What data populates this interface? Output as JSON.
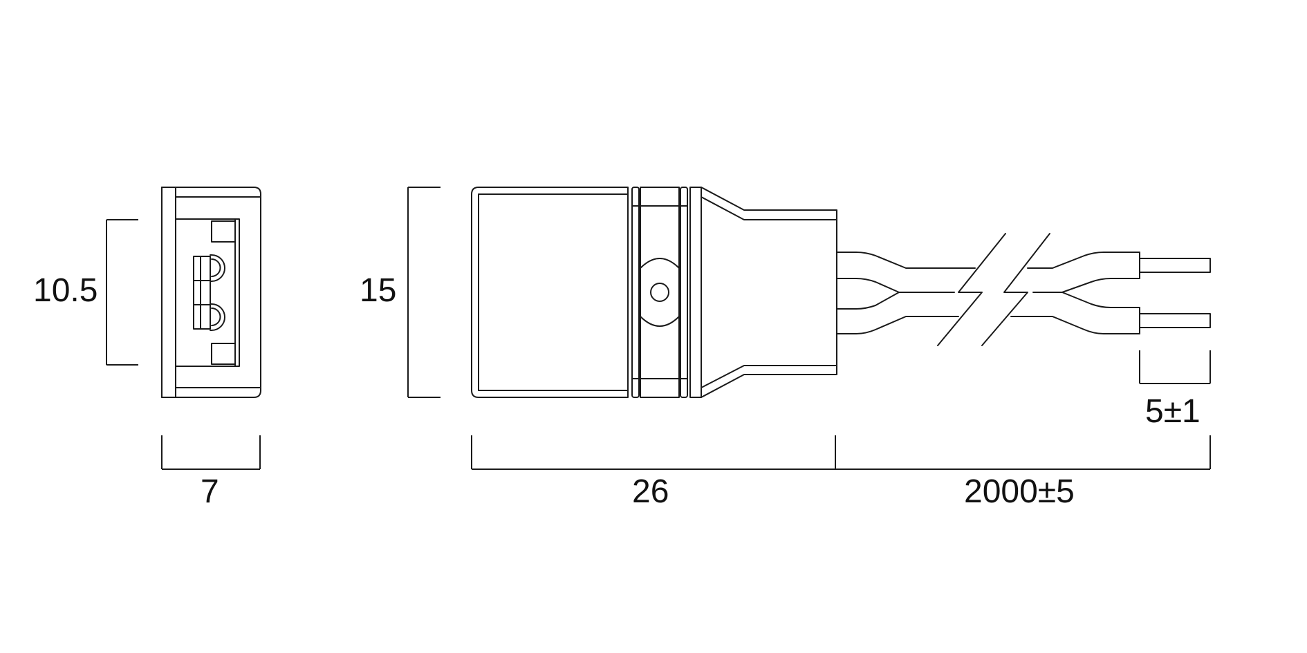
{
  "dimensions": {
    "side_height": "10.5",
    "side_width": "7",
    "body_height": "15",
    "body_length": "26",
    "cable_length": "2000±5",
    "strip_length": "5±1"
  },
  "colors": {
    "line": "#1a1a1a",
    "background": "#ffffff"
  }
}
